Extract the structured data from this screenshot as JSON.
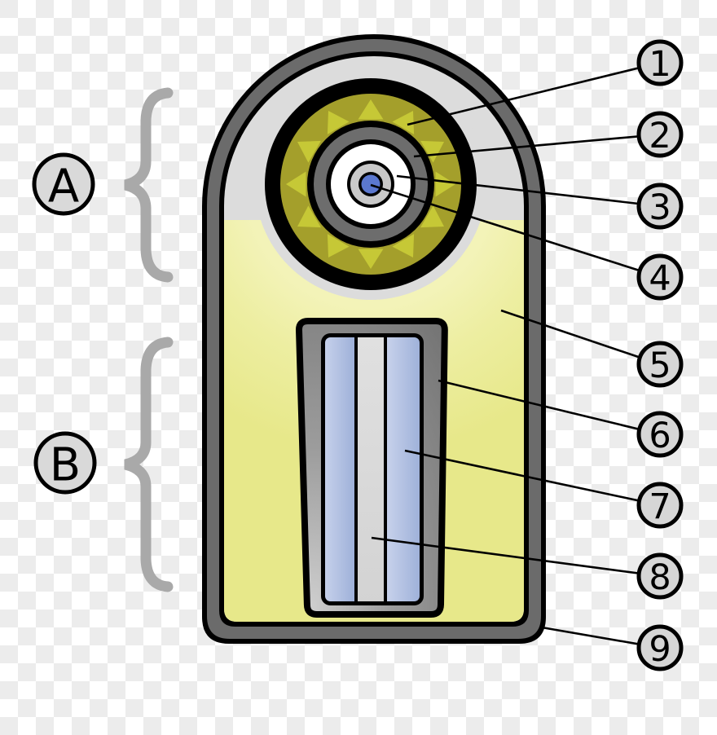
{
  "diagram": {
    "description": "Cutaway schematic of a two-stage device in a rounded-top casing on a transparency checkerboard",
    "stage_labels": [
      {
        "id": "A",
        "label": "A"
      },
      {
        "id": "B",
        "label": "B"
      }
    ],
    "callouts": [
      {
        "id": 1,
        "label": "1"
      },
      {
        "id": 2,
        "label": "2"
      },
      {
        "id": 3,
        "label": "3"
      },
      {
        "id": 4,
        "label": "4"
      },
      {
        "id": 5,
        "label": "5"
      },
      {
        "id": 6,
        "label": "6"
      },
      {
        "id": 7,
        "label": "7"
      },
      {
        "id": 8,
        "label": "8"
      },
      {
        "id": 9,
        "label": "9"
      }
    ],
    "colors": {
      "checker_gray": "#ececec",
      "checker_white": "#ffffff",
      "outline_black": "#000000",
      "casing_wall_gray": "#6b6b6b",
      "interior_light_gray": "#dcdcdc",
      "interior_yellow": "#e8e98e",
      "interior_yellow_pale": "#f3f3b8",
      "explosive_ring_olive": "#a49f2b",
      "explosive_star_yellow": "#c6c836",
      "tamper_ring_gray": "#6d6d6d",
      "white_ring": "#ffffff",
      "inner_ring_gray": "#c9c9c9",
      "core_blue": "#5b78cf",
      "secondary_shell_gradient_dark": "#737373",
      "secondary_shell_gradient_light": "#cccccc",
      "fuel_column_blue": "#a9bade",
      "spark_plug_column_gray": "#d9d9d9",
      "label_circle_fill": "#d6d6d6",
      "brace_gray": "#a9a9a9"
    }
  }
}
